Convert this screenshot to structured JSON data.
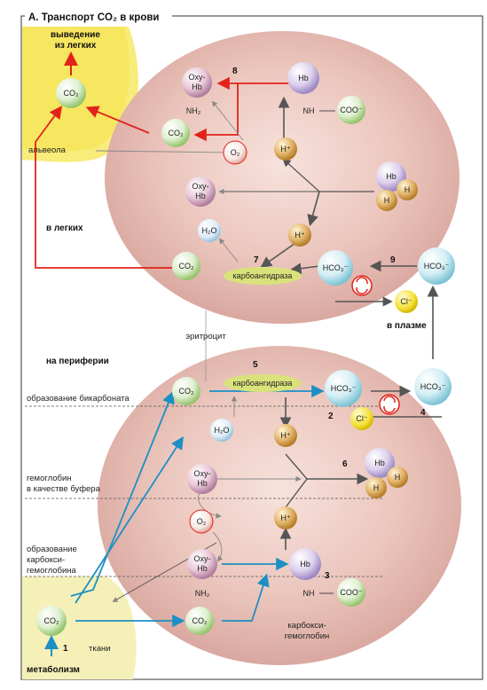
{
  "title": "А. Транспорт CO₂ в крови",
  "labels": {
    "exhale": "выведение из легких",
    "exhale_l1": "выведение",
    "exhale_l2": "из легких",
    "alveola": "альвеола",
    "in_lungs": "в легких",
    "in_plasma": "в плазме",
    "erythrocyte": "эритроцит",
    "periphery": "на периферии",
    "bicarb_formation": "образование бикарбоната",
    "hb_buffer_l1": "гемоглобин",
    "hb_buffer_l2": "в качестве буфера",
    "carboxy_l1": "образование",
    "carboxy_l2": "карбокси-",
    "carboxy_l3": "гемоглобина",
    "carboxy_hb_l1": "карбокси-",
    "carboxy_hb_l2": "гемоглобин",
    "tissues": "ткани",
    "metabolism": "метаболизм"
  },
  "enzyme": "карбоангидраза",
  "molecules": {
    "co2": "CO₂",
    "o2": "O₂",
    "h2o": "H₂O",
    "hb": "Hb",
    "h": "H",
    "hplus": "H⁺",
    "hco3": "HCO₃⁻",
    "cl": "Cl⁻",
    "oxy": "Oxy-",
    "nh2": "NH₂",
    "nh": "NH",
    "coo": "COO⁻"
  },
  "step_numbers": [
    "1",
    "2",
    "3",
    "4",
    "5",
    "6",
    "7",
    "8",
    "9"
  ],
  "colors": {
    "red_arrow": "#e2231a",
    "blue_arrow": "#1d8fc4",
    "gray_arrow": "#555555",
    "cell": "#e9c4bc",
    "alveola": "#f6e55c",
    "tissue": "#f4efb3",
    "enzyme": "#d9e27a"
  }
}
